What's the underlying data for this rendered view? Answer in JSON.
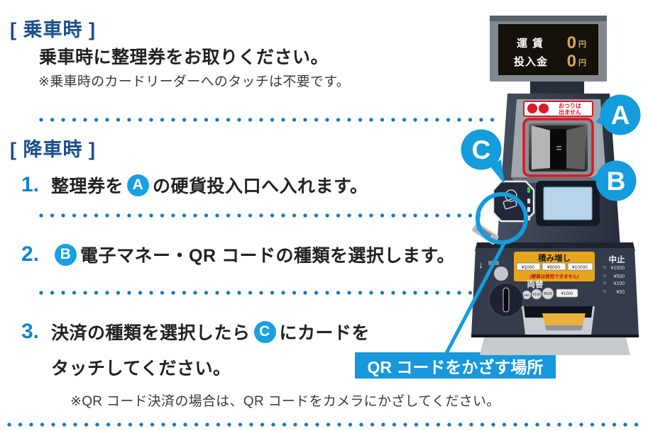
{
  "boarding": {
    "header": "[ 乗車時 ]",
    "instruction": "乗車時に整理券をお取りください。",
    "note": "※乗車時のカードリーダーへのタッチは不要です。"
  },
  "alighting": {
    "header": "[ 降車時 ]",
    "steps": [
      {
        "num": "1.",
        "text_before": "整理券を",
        "badge": "A",
        "text_after": "の硬貨投入口へ入れます。"
      },
      {
        "num": "2.",
        "text_before": "",
        "badge": "B",
        "text_after": "電子マネー・QR コードの種類を選択します。"
      },
      {
        "num": "3.",
        "text_before": "決済の種類を選択したら",
        "badge": "C",
        "text_after": "にカードを",
        "text_line2": "タッチしてください。"
      }
    ],
    "note": "※QR コード決済の場合は、QR コードをカメラにかざしてください。"
  },
  "qr_pointer_label": "QR コードをかざす場所",
  "machine": {
    "display": {
      "fare_label": "運賃",
      "fare_value": "0",
      "fare_unit": "円",
      "deposit_label": "投入金",
      "deposit_value": "0",
      "deposit_unit": "円"
    },
    "coin_slot_note_line1": "おつりは",
    "coin_slot_note_line2": "出ません",
    "callouts": {
      "a": "A",
      "b": "B",
      "c": "C"
    },
    "panel": {
      "topup_title": "積み増し",
      "topup_buttons": [
        "¥1000",
        "¥5000",
        "¥10000"
      ],
      "topup_note": "(硬貨は使用できません)",
      "cancel_label": "中止",
      "denominations": [
        "¥1000",
        "¥500",
        "¥100",
        "¥50"
      ],
      "change_label": "両替",
      "change_coins": [
        "¥50",
        "¥100",
        "¥500"
      ],
      "change_bill": "¥1000"
    }
  },
  "colors": {
    "accent_blue": "#149cdd",
    "header_navy": "#1a4e8c",
    "step_blue": "#1583c9",
    "dot_blue": "#1478bd",
    "alert_red": "#dd1726",
    "panel_yellow": "#e7a51e"
  }
}
